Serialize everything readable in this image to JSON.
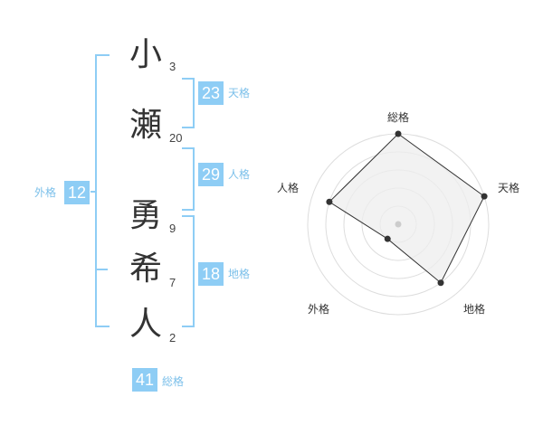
{
  "name": {
    "chars": [
      {
        "char": "小",
        "strokes": "3"
      },
      {
        "char": "瀬",
        "strokes": "20"
      },
      {
        "char": "勇",
        "strokes": "9"
      },
      {
        "char": "希",
        "strokes": "7"
      },
      {
        "char": "人",
        "strokes": "2"
      }
    ]
  },
  "fortunes": {
    "tenkaku": {
      "value": "23",
      "label": "天格"
    },
    "jinkaku": {
      "value": "29",
      "label": "人格"
    },
    "chikaku": {
      "value": "18",
      "label": "地格"
    },
    "gaikaku": {
      "value": "12",
      "label": "外格"
    },
    "soukaku": {
      "value": "41",
      "label": "総格"
    }
  },
  "colors": {
    "accent": "#8ecdf5",
    "label": "#7cc0ea",
    "radar_fill": "#eeeeee",
    "radar_line": "#333333"
  },
  "chart_data": {
    "type": "radar",
    "axes": [
      "総格",
      "天格",
      "地格",
      "外格",
      "人格"
    ],
    "values": [
      5,
      5,
      4,
      1,
      4
    ],
    "rmax": 5,
    "rings": 5
  }
}
